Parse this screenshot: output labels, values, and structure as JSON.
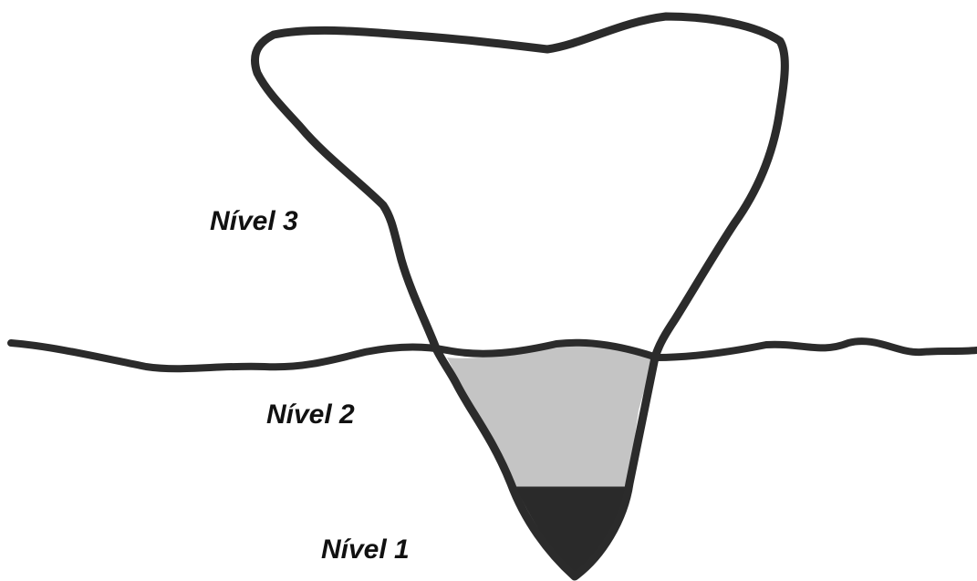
{
  "labels": {
    "level_3": "Nível 3",
    "level_2": "Nível 2",
    "level_1": "Nível 1"
  },
  "colors": {
    "outline": "#2b2b2b",
    "level_2_fill": "#c4c4c4",
    "level_1_fill": "#2a2a2a",
    "background": "#ffffff"
  }
}
